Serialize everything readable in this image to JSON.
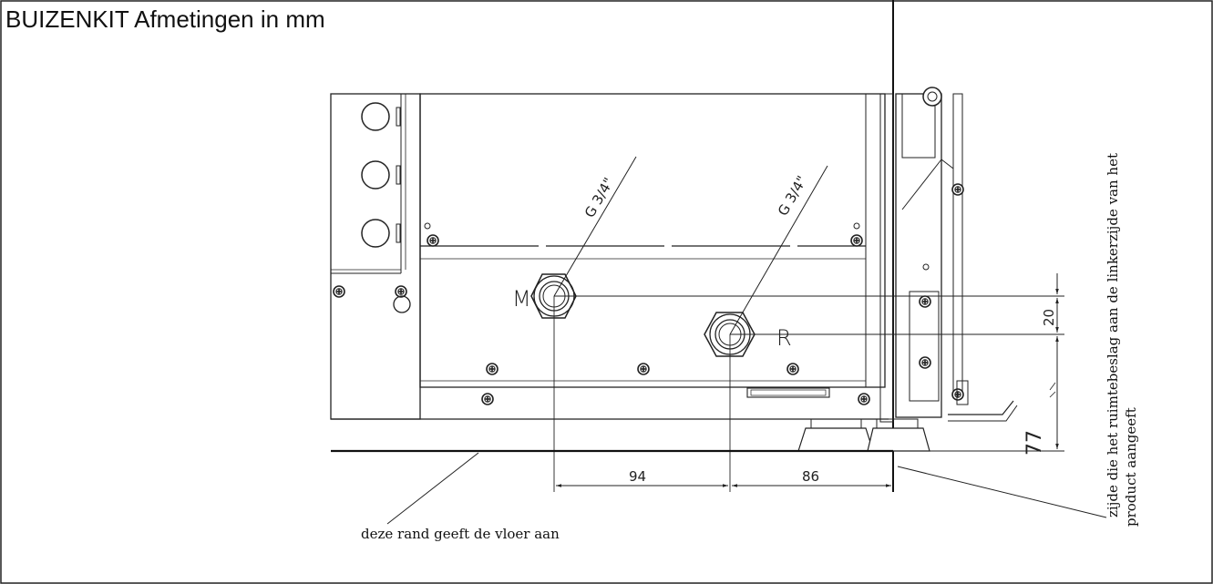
{
  "title": "BUIZENKIT Afmetingen in mm",
  "labels": {
    "thread_left": "G 3/4\"",
    "thread_right": "G 3/4\"",
    "port_m": "M",
    "port_r": "R"
  },
  "dimensions": {
    "horizontal_left": "94",
    "horizontal_right": "86",
    "vertical_upper": "20",
    "vertical_lower": "77"
  },
  "notes": {
    "floor": "deze rand geeft de vloer aan",
    "side_line1": "zijde die het ruimtebeslag aan de linkerzijde van het",
    "side_line2": "product aangeeft"
  }
}
